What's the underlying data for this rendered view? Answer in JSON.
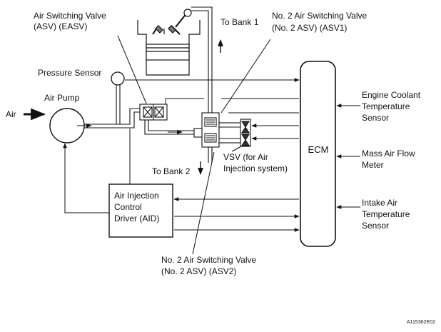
{
  "labels": {
    "asv_easv": [
      "Air Switching Valve",
      "(ASV) (EASV)"
    ],
    "to_bank1": "To Bank 1",
    "asv1": [
      "No. 2 Air Switching Valve",
      "(No. 2 ASV) (ASV1)"
    ],
    "pressure_sensor": "Pressure Sensor",
    "air_pump": "Air Pump",
    "air": "Air",
    "engine_coolant": [
      "Engine Coolant",
      "Temperature",
      "Sensor"
    ],
    "ecm": "ECM",
    "vsv": [
      "VSV (for Air",
      "Injection system)"
    ],
    "mass_air_flow": [
      "Mass Air Flow",
      "Meter"
    ],
    "to_bank2": "To Bank 2",
    "aid": [
      "Air Injection",
      "Control",
      "Driver (AID)"
    ],
    "intake_air": [
      "Intake Air",
      "Temperature",
      "Sensor"
    ],
    "asv2": [
      "No. 2 Air Switching Valve",
      "(No. 2 ASV) (ASV2)"
    ],
    "figure_code": "A115362E02"
  }
}
